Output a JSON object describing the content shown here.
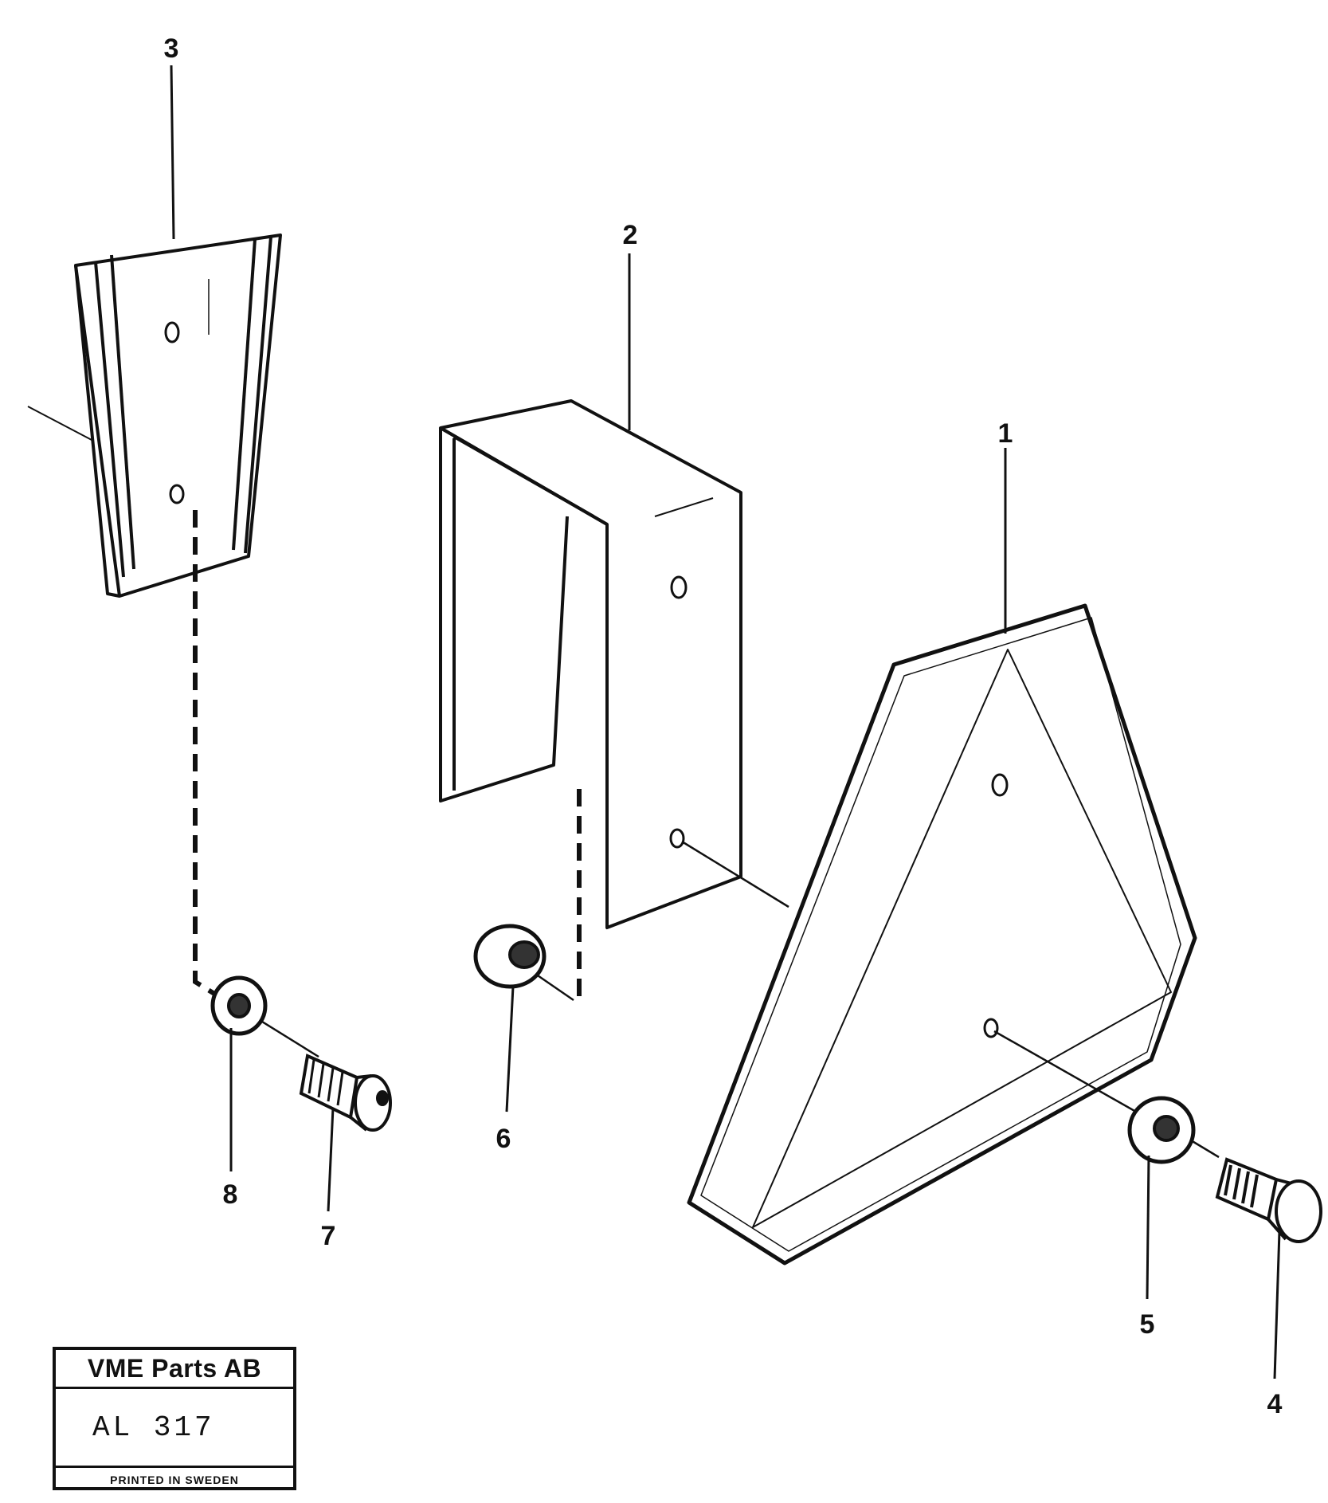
{
  "callouts": {
    "c1": "1",
    "c2": "2",
    "c3": "3",
    "c4": "4",
    "c5": "5",
    "c6": "6",
    "c7": "7",
    "c8": "8"
  },
  "title_block": {
    "company": "VME Parts AB",
    "code": "AL 317",
    "printed": "PRINTED IN SWEDEN"
  }
}
